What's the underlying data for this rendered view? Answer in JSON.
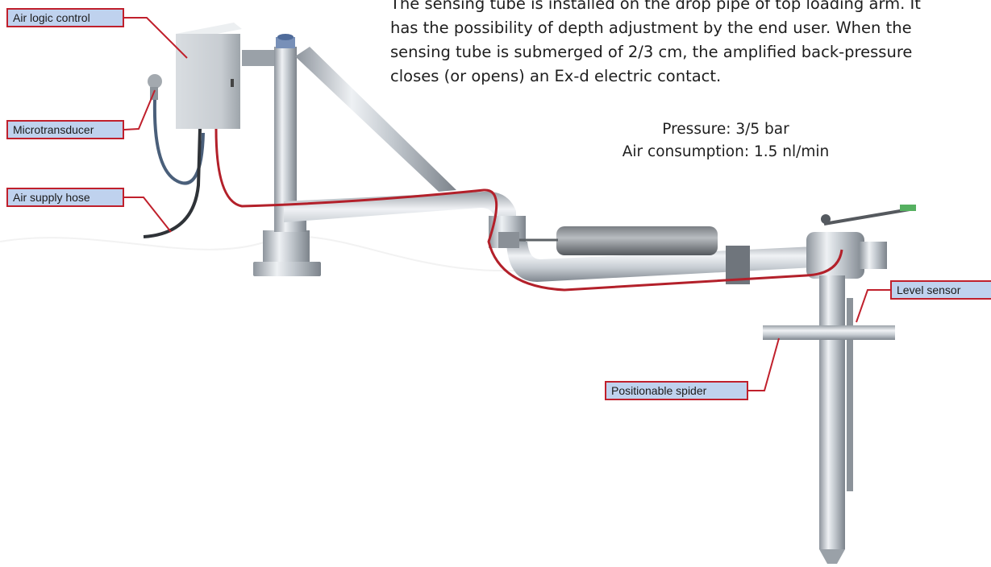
{
  "description_lines": [
    "The sensing tube is installed on the drop pipe of top loading arm. It",
    "has the possibility of depth adjustment by the end user. When the",
    "sensing tube is submerged of 2/3 cm, the amplified back-pressure",
    "closes (or opens) an Ex-d electric contact."
  ],
  "specs": {
    "pressure": "Pressure: 3/5 bar",
    "air_consumption": "Air consumption: 1.5 nl/min"
  },
  "callouts": {
    "air_logic_control": "Air logic control",
    "microtransducer": "Microtransducer",
    "air_supply_hose": "Air supply hose",
    "level_sensor": "Level sensor",
    "positionable_spider": "Positionable spider"
  },
  "colors": {
    "callout_border": "#c0202c",
    "callout_fill": "#bfd2ee",
    "red_tubing": "#b3202a",
    "steel": "#b9bfc6"
  }
}
